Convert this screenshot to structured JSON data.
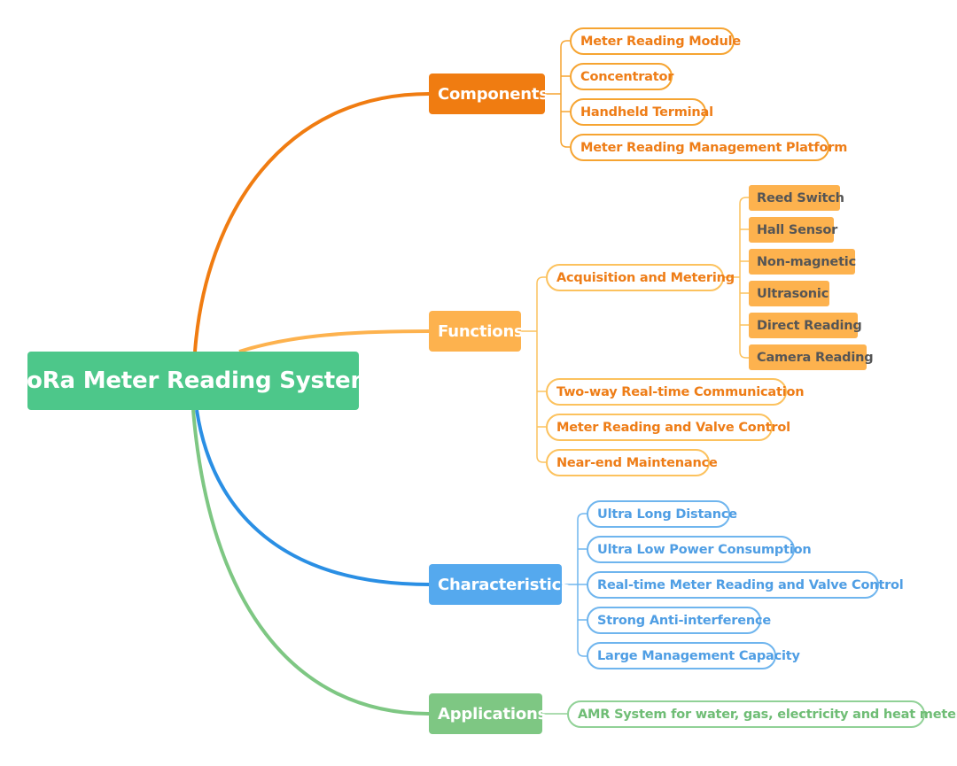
{
  "root": "LoRa Meter Reading System",
  "colors": {
    "root": "#4dc78a",
    "components": "#f07c11",
    "functions": "#fdb24e",
    "characteristics": "#55a9ee",
    "applications": "#7ec783"
  },
  "components": {
    "label": "Components",
    "items": [
      "Meter Reading Module",
      "Concentrator",
      "Handheld Terminal",
      "Meter Reading Management Platform"
    ]
  },
  "functions": {
    "label": "Functions",
    "acquisition": {
      "label": "Acquisition and Metering",
      "items": [
        "Reed Switch",
        "Hall Sensor",
        "Non-magnetic",
        "Ultrasonic",
        "Direct Reading",
        "Camera Reading"
      ]
    },
    "items": [
      "Two-way Real-time Communication",
      "Meter Reading and Valve Control",
      "Near-end Maintenance"
    ]
  },
  "characteristics": {
    "label": "Characteristics",
    "items": [
      "Ultra Long Distance",
      "Ultra Low Power Consumption",
      "Real-time Meter Reading and Valve Control",
      "Strong Anti-interference",
      "Large Management Capacity"
    ]
  },
  "applications": {
    "label": "Applications",
    "items": [
      "AMR System for water, gas, electricity and heat meter"
    ]
  }
}
